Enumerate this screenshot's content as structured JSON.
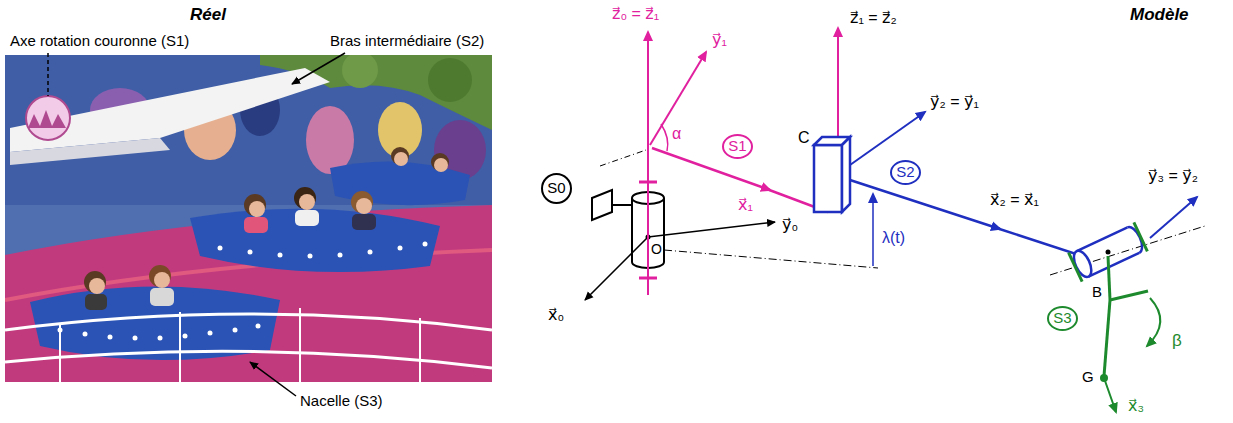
{
  "diagram": {
    "nodes": [
      {
        "text": [
          "S0"
        ]
      },
      {
        "text": [
          "S1"
        ]
      },
      {
        "text": [
          "S2"
        ]
      },
      {
        "text": [
          "S3"
        ]
      }
    ],
    "labels": [
      "Réel",
      "Modèle",
      "Axe rotation couronne (S1)",
      "Bras intermédiaire (S2)",
      "Nacelle (S3)",
      "z⃗₀ = z⃗₁",
      "y⃗₁",
      "α",
      "x⃗₁",
      "y⃗₀",
      "x⃗₀",
      "O",
      "C",
      "z⃗₁ = z⃗₂",
      "y⃗₂ = y⃗₁",
      "x⃗₂ = x⃗₁",
      "λ(t)",
      "y⃗₃ = y⃗₂",
      "B",
      "β",
      "G",
      "x⃗₃"
    ]
  }
}
